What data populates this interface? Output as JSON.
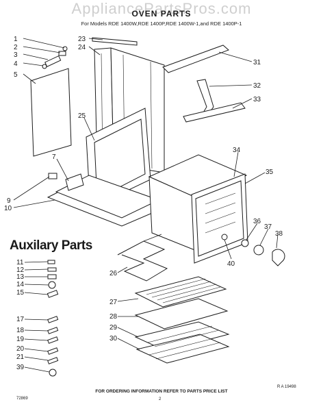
{
  "watermark": "AppliancePartsPros.com",
  "title": "OVEN PARTS",
  "subtitle": "For Models RDE 1400W,RDE 1400P,RDE 1400W-1,and RDE 1400P-1",
  "aux_title": "Auxilary Parts",
  "footer": "FOR ORDERING INFORMATION REFER TO PARTS PRICE LIST",
  "ref_code": "R A 19498",
  "page_code": "72869",
  "page_number": "2",
  "callouts": [
    "1",
    "2",
    "3",
    "4",
    "5",
    "23",
    "24",
    "31",
    "32",
    "33",
    "25",
    "34",
    "35",
    "7",
    "9",
    "10",
    "36",
    "37",
    "38",
    "40",
    "26",
    "27",
    "28",
    "29",
    "30"
  ],
  "aux_callouts": [
    "11",
    "12",
    "13",
    "14",
    "15",
    "17",
    "18",
    "19",
    "20",
    "21",
    "39"
  ]
}
